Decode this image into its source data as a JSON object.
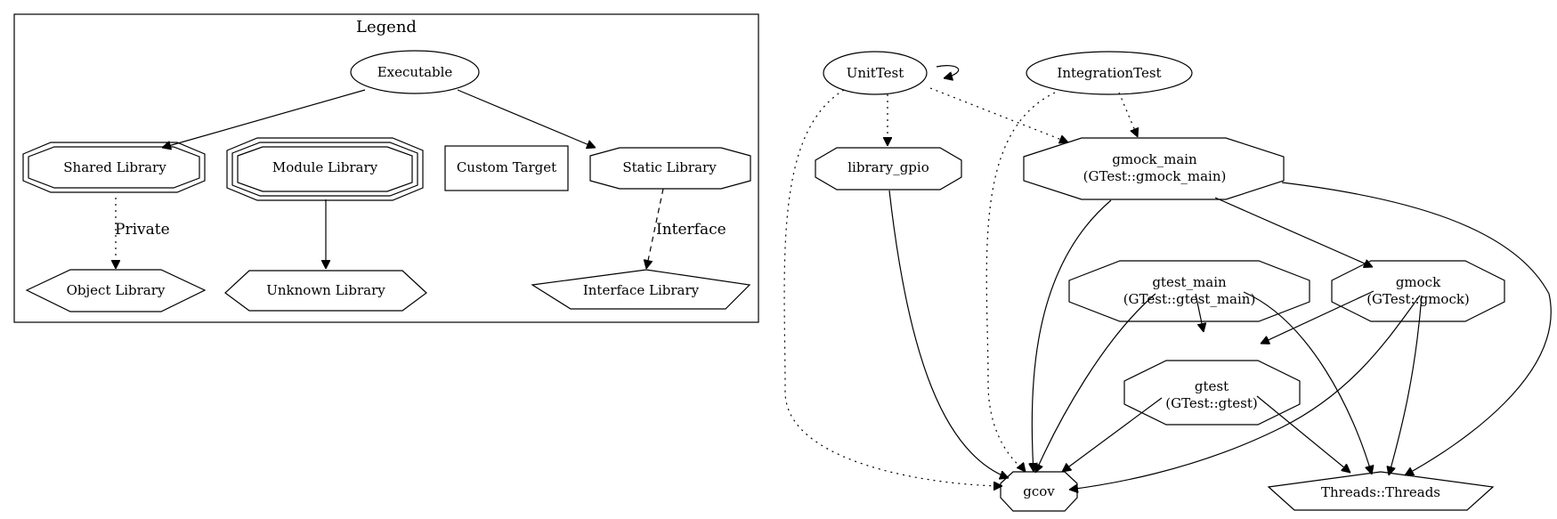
{
  "legend": {
    "title": "Legend",
    "executable": "Executable",
    "shared_library": "Shared Library",
    "module_library": "Module Library",
    "custom_target": "Custom Target",
    "static_library": "Static Library",
    "object_library": "Object Library",
    "unknown_library": "Unknown Library",
    "interface_library": "Interface Library",
    "edge_private": "Private",
    "edge_interface": "Interface"
  },
  "graph": {
    "unittest": "UnitTest",
    "integrationtest": "IntegrationTest",
    "library_gpio": "library_gpio",
    "gmock_main_name": "gmock_main",
    "gmock_main_alias": "(GTest::gmock_main)",
    "gtest_main_name": "gtest_main",
    "gtest_main_alias": "(GTest::gtest_main)",
    "gmock_name": "gmock",
    "gmock_alias": "(GTest::gmock)",
    "gtest_name": "gtest",
    "gtest_alias": "(GTest::gtest)",
    "gcov": "gcov",
    "threads": "Threads::Threads"
  }
}
